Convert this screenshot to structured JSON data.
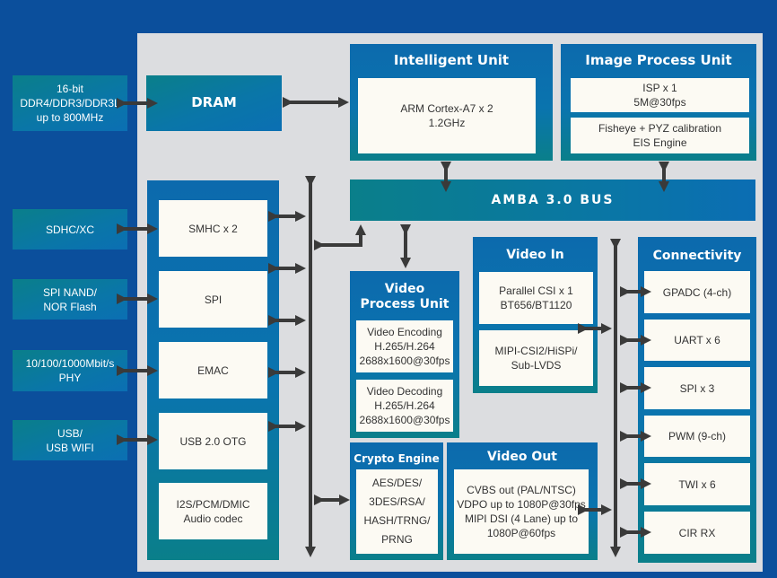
{
  "external": {
    "ddr": [
      "16-bit",
      "DDR4/DDR3/DDR3L",
      "up to 800MHz"
    ],
    "sd": [
      "SDHC/XC"
    ],
    "spi_flash": [
      "SPI NAND/",
      "NOR Flash"
    ],
    "phy": [
      "10/100/1000Mbit/s",
      "PHY"
    ],
    "usb": [
      "USB/",
      "USB WIFI"
    ]
  },
  "dram": {
    "title": "DRAM"
  },
  "intelligent_unit": {
    "title": "Intelligent Unit",
    "cpu": [
      "ARM Cortex-A7 x 2",
      "1.2GHz"
    ]
  },
  "image_process_unit": {
    "title": "Image Process Unit",
    "isp": [
      "ISP x 1",
      "5M@30fps"
    ],
    "eis": [
      "Fisheye + PYZ calibration",
      "EIS Engine"
    ]
  },
  "bus": {
    "label": "AMBA  3.0  BUS"
  },
  "peripherals": {
    "items": [
      [
        "SMHC x 2"
      ],
      [
        "SPI"
      ],
      [
        "EMAC"
      ],
      [
        "USB 2.0 OTG"
      ],
      [
        "I2S/PCM/DMIC",
        "Audio codec"
      ]
    ]
  },
  "video_process_unit": {
    "title": [
      "Video",
      "Process Unit"
    ],
    "encoding": [
      "Video Encoding",
      "H.265/H.264",
      "2688x1600@30fps"
    ],
    "decoding": [
      "Video Decoding",
      "H.265/H.264",
      "2688x1600@30fps"
    ]
  },
  "video_in": {
    "title": "Video In",
    "parallel": [
      "Parallel CSI x 1",
      "BT656/BT1120"
    ],
    "mipi": [
      "MIPI-CSI2/HiSPi/",
      "Sub-LVDS"
    ]
  },
  "connectivity": {
    "title": "Connectivity",
    "items": [
      "GPADC (4-ch)",
      "UART x 6",
      "SPI x 3",
      "PWM (9-ch)",
      "TWI x 6",
      "CIR RX"
    ]
  },
  "crypto_engine": {
    "title": "Crypto Engine",
    "lines": [
      "AES/DES/",
      "3DES/RSA/",
      "HASH/TRNG/",
      "PRNG"
    ]
  },
  "video_out": {
    "title": "Video Out",
    "lines": [
      "CVBS out (PAL/NTSC)",
      "VDPO up to 1080P@30fps",
      "MIPI DSI (4 Lane) up to",
      "1080P@60fps"
    ]
  },
  "colors": {
    "background": "#0b4f9c",
    "panel": "#dcdde0",
    "block_blue": "#0a74ae",
    "block_teal": "#0a7f8a",
    "cell": "#fcfaf3",
    "arrow": "#3a3a3a"
  }
}
